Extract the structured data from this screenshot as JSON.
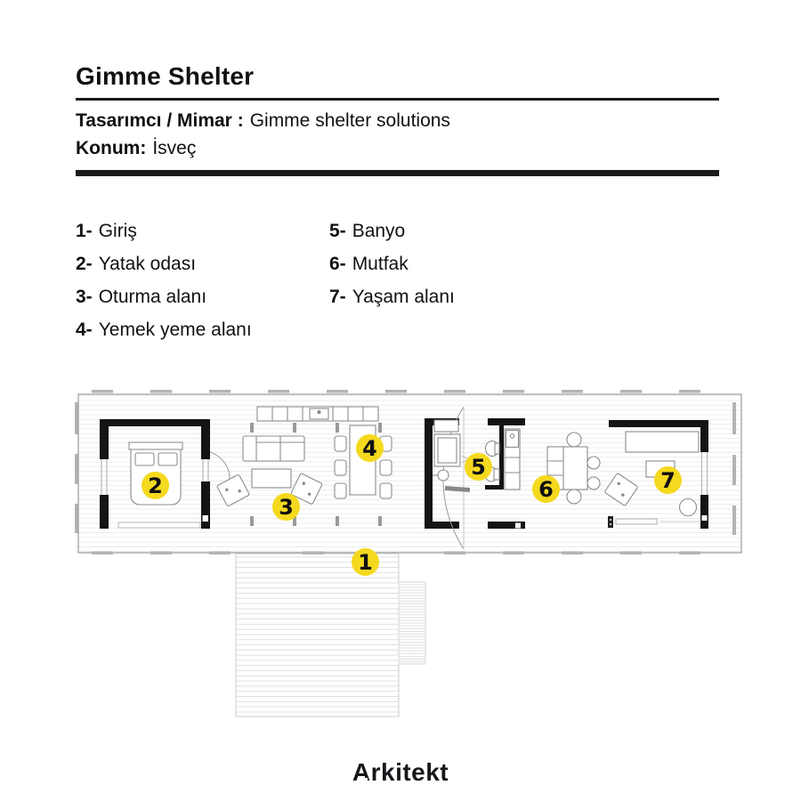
{
  "header": {
    "title": "Gimme Shelter",
    "designer_label": "Tasarımcı / Mimar :",
    "designer_value": "Gimme shelter solutions",
    "location_label": "Konum:",
    "location_value": "İsveç"
  },
  "legend": {
    "col1": [
      {
        "num": "1-",
        "label": "Giriş"
      },
      {
        "num": "2-",
        "label": "Yatak odası"
      },
      {
        "num": "3-",
        "label": "Oturma alanı"
      },
      {
        "num": "4-",
        "label": "Yemek yeme alanı"
      }
    ],
    "col2": [
      {
        "num": "5-",
        "label": "Banyo"
      },
      {
        "num": "6-",
        "label": "Mutfak"
      },
      {
        "num": "7-",
        "label": "Yaşam alanı"
      }
    ]
  },
  "plan": {
    "markers": [
      "1",
      "2",
      "3",
      "4",
      "5",
      "6",
      "7"
    ],
    "marker_color": "#F5D91E"
  },
  "footer": {
    "logo_text": "Arkitekt"
  }
}
